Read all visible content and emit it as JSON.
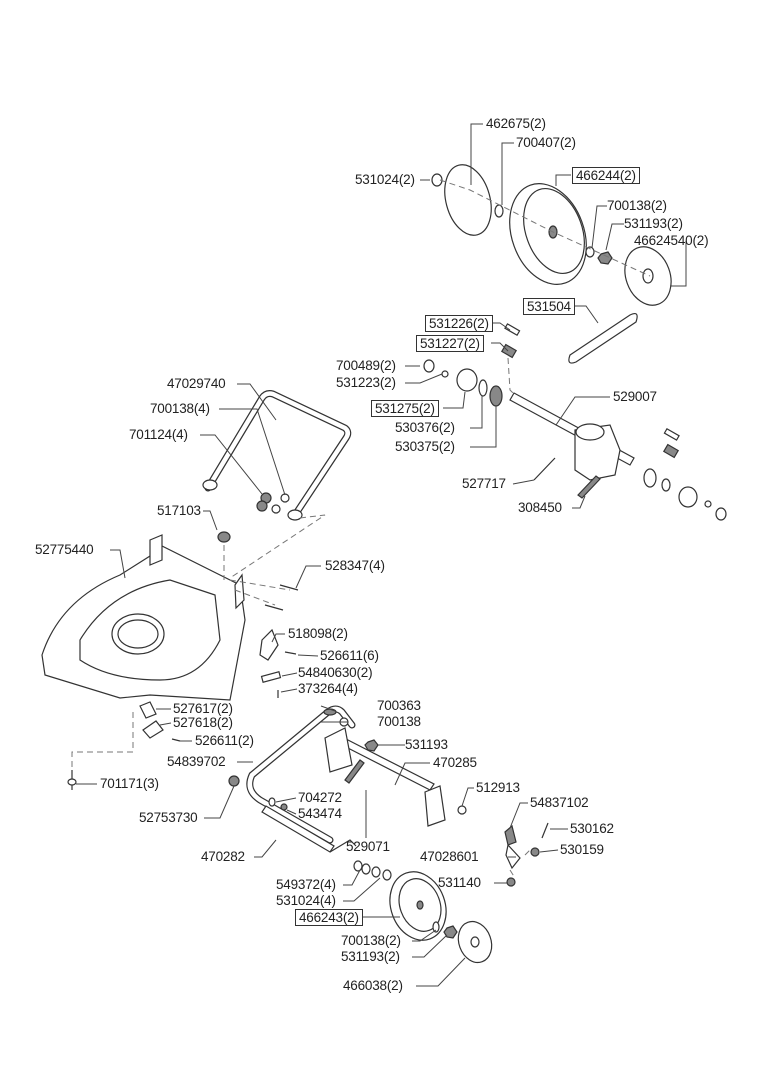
{
  "diagram": {
    "title": "Exploded parts diagram – lawn mower deck, handle, wheels and gearbox",
    "labels": [
      {
        "id": "462675",
        "text": "462675(2)",
        "boxed": false
      },
      {
        "id": "700407",
        "text": "700407(2)",
        "boxed": false
      },
      {
        "id": "531024a",
        "text": "531024(2)",
        "boxed": false
      },
      {
        "id": "466244",
        "text": "466244(2)",
        "boxed": true
      },
      {
        "id": "700138a",
        "text": "700138(2)",
        "boxed": false
      },
      {
        "id": "531193a",
        "text": "531193(2)",
        "boxed": false
      },
      {
        "id": "46624540",
        "text": "46624540(2)",
        "boxed": false
      },
      {
        "id": "531504",
        "text": "531504",
        "boxed": true
      },
      {
        "id": "531226",
        "text": "531226(2)",
        "boxed": true
      },
      {
        "id": "531227",
        "text": "531227(2)",
        "boxed": true
      },
      {
        "id": "700489",
        "text": "700489(2)",
        "boxed": false
      },
      {
        "id": "531223",
        "text": "531223(2)",
        "boxed": false
      },
      {
        "id": "47029740",
        "text": "47029740",
        "boxed": false
      },
      {
        "id": "529007",
        "text": "529007",
        "boxed": false
      },
      {
        "id": "700138b",
        "text": "700138(4)",
        "boxed": false
      },
      {
        "id": "531275",
        "text": "531275(2)",
        "boxed": true
      },
      {
        "id": "701124",
        "text": "701124(4)",
        "boxed": false
      },
      {
        "id": "530376",
        "text": "530376(2)",
        "boxed": false
      },
      {
        "id": "530375",
        "text": "530375(2)",
        "boxed": false
      },
      {
        "id": "527717",
        "text": "527717",
        "boxed": false
      },
      {
        "id": "308450",
        "text": "308450",
        "boxed": false
      },
      {
        "id": "517103",
        "text": "517103",
        "boxed": false
      },
      {
        "id": "52775440",
        "text": "52775440",
        "boxed": false
      },
      {
        "id": "528347",
        "text": "528347(4)",
        "boxed": false
      },
      {
        "id": "518098",
        "text": "518098(2)",
        "boxed": false
      },
      {
        "id": "526611a",
        "text": "526611(6)",
        "boxed": false
      },
      {
        "id": "54840630",
        "text": "54840630(2)",
        "boxed": false
      },
      {
        "id": "373264",
        "text": "373264(4)",
        "boxed": false
      },
      {
        "id": "527617",
        "text": "527617(2)",
        "boxed": false
      },
      {
        "id": "700363",
        "text": "700363",
        "boxed": false
      },
      {
        "id": "527618",
        "text": "527618(2)",
        "boxed": false
      },
      {
        "id": "700138c",
        "text": "700138",
        "boxed": false
      },
      {
        "id": "526611b",
        "text": "526611(2)",
        "boxed": false
      },
      {
        "id": "531193b",
        "text": "531193",
        "boxed": false
      },
      {
        "id": "54839702",
        "text": "54839702",
        "boxed": false
      },
      {
        "id": "470285",
        "text": "470285",
        "boxed": false
      },
      {
        "id": "701171",
        "text": "701171(3)",
        "boxed": false
      },
      {
        "id": "512913",
        "text": "512913",
        "boxed": false
      },
      {
        "id": "704272",
        "text": "704272",
        "boxed": false
      },
      {
        "id": "54837102",
        "text": "54837102",
        "boxed": false
      },
      {
        "id": "52753730",
        "text": "52753730",
        "boxed": false
      },
      {
        "id": "543474",
        "text": "543474",
        "boxed": false
      },
      {
        "id": "530162",
        "text": "530162",
        "boxed": false
      },
      {
        "id": "529071",
        "text": "529071",
        "boxed": false
      },
      {
        "id": "47028601",
        "text": "47028601",
        "boxed": false
      },
      {
        "id": "530159",
        "text": "530159",
        "boxed": false
      },
      {
        "id": "470282",
        "text": "470282",
        "boxed": false
      },
      {
        "id": "531140",
        "text": "531140",
        "boxed": false
      },
      {
        "id": "549372",
        "text": "549372(4)",
        "boxed": false
      },
      {
        "id": "531024b",
        "text": "531024(4)",
        "boxed": false
      },
      {
        "id": "466243",
        "text": "466243(2)",
        "boxed": true
      },
      {
        "id": "700138d",
        "text": "700138(2)",
        "boxed": false
      },
      {
        "id": "531193c",
        "text": "531193(2)",
        "boxed": false
      },
      {
        "id": "466038",
        "text": "466038(2)",
        "boxed": false
      }
    ]
  }
}
